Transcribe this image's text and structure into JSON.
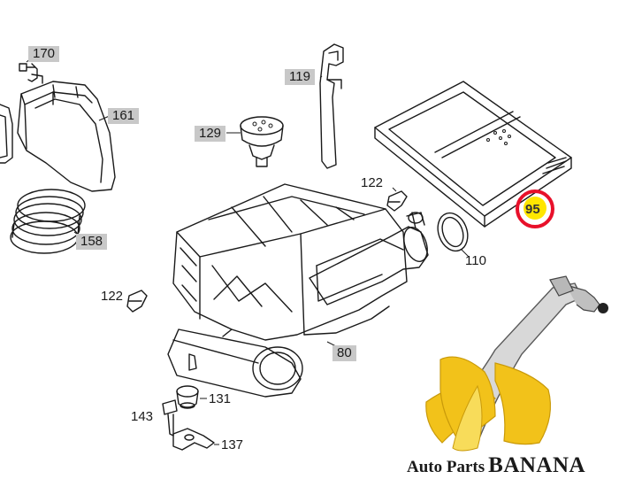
{
  "parts": [
    {
      "id": "p170",
      "label": "170",
      "boxed": true
    },
    {
      "id": "p161",
      "label": "161",
      "boxed": true
    },
    {
      "id": "p119",
      "label": "119",
      "boxed": true
    },
    {
      "id": "p129",
      "label": "129",
      "boxed": true
    },
    {
      "id": "p122a",
      "label": "122",
      "boxed": false
    },
    {
      "id": "p158",
      "label": "158",
      "boxed": true
    },
    {
      "id": "p110",
      "label": "110",
      "boxed": false
    },
    {
      "id": "p122b",
      "label": "122",
      "boxed": false
    },
    {
      "id": "p80",
      "label": "80",
      "boxed": true
    },
    {
      "id": "p131",
      "label": "131",
      "boxed": false
    },
    {
      "id": "p143",
      "label": "143",
      "boxed": false
    },
    {
      "id": "p137",
      "label": "137",
      "boxed": false
    }
  ],
  "highlight": {
    "label": "95",
    "ring_color": "#e8102a",
    "fill_color": "#ffe600"
  },
  "brand": {
    "prefix": "Auto Parts",
    "name": "BANANA",
    "banana_color": "#f2c21a"
  }
}
